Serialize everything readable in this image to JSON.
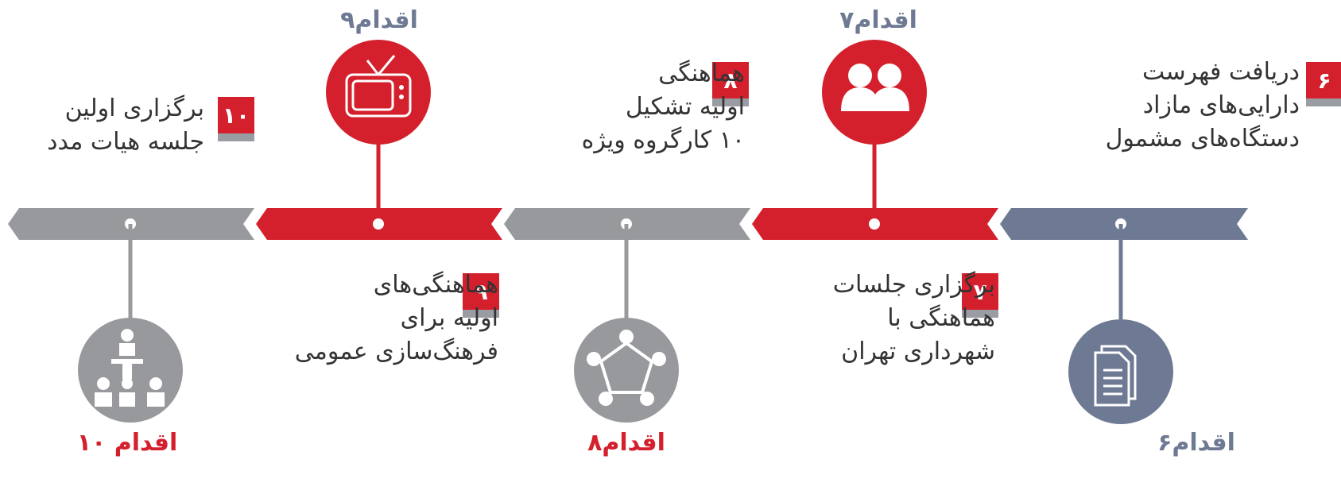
{
  "colors": {
    "red": "#d4202c",
    "gray": "#98999d",
    "slate": "#6e7a93",
    "shadow": "#9a9ca3"
  },
  "steps": [
    {
      "title": "اقدام۶",
      "badge": "۶",
      "lines": [
        "دریافت فهرست",
        "دارایی‌های مازاد",
        "دستگاه‌های مشمول"
      ],
      "icon": "document-icon",
      "color": "slate"
    },
    {
      "title": "اقدام۷",
      "badge": "۷",
      "lines": [
        "برگزاری جلسات",
        "هماهنگی با",
        "شهرداری تهران"
      ],
      "icon": "people-icon",
      "color": "red"
    },
    {
      "title": "اقدام۸",
      "badge": "۸",
      "lines": [
        "هماهنگی",
        "اولیه تشکیل",
        "۱۰ کارگروه ویژه"
      ],
      "icon": "roundtable-icon",
      "color": "gray"
    },
    {
      "title": "اقدام۹",
      "badge": "۹",
      "lines": [
        "هماهنگی‌های",
        "اولیه برای",
        "فرهنگ‌سازی عمومی"
      ],
      "icon": "tv-icon",
      "color": "red"
    },
    {
      "title": "اقدام ۱۰",
      "badge": "۱۰",
      "lines": [
        "برگزاری اولین",
        "جلسه هیات مدد"
      ],
      "icon": "presentation-icon",
      "color": "gray"
    }
  ]
}
